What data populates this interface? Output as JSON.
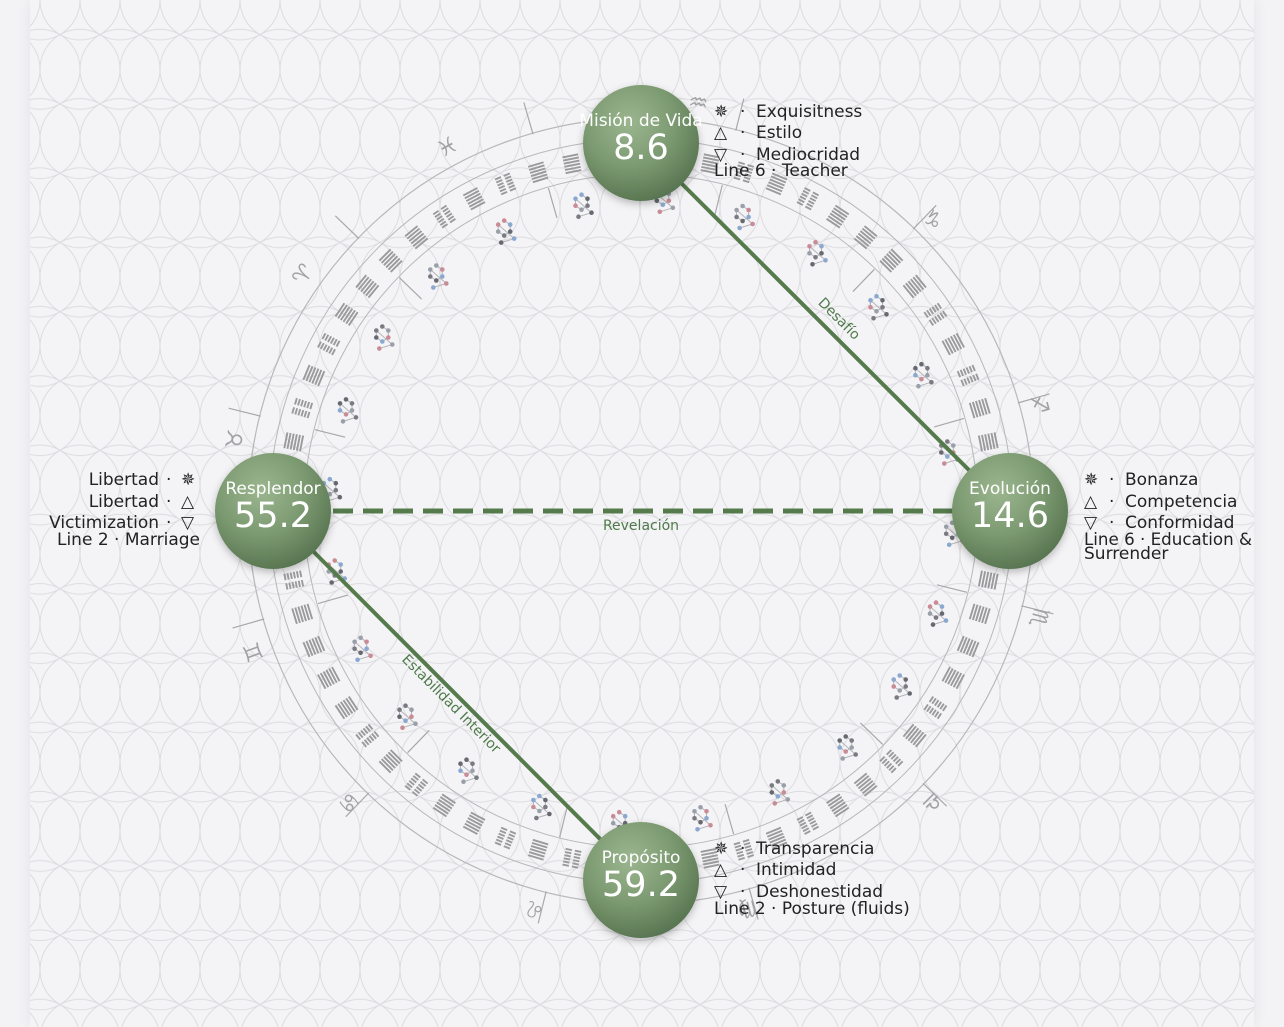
{
  "nodes": {
    "mision": {
      "name": "Misión de Vida",
      "value": "8.6",
      "gift": "Exquisitness",
      "shadow_up": "Estilo",
      "shadow_down": "Mediocridad",
      "line": "Line 6 · Teacher"
    },
    "evolucion": {
      "name": "Evolución",
      "value": "14.6",
      "gift": "Bonanza",
      "shadow_up": "Competencia",
      "shadow_down": "Conformidad",
      "line": "Line 6 · Education &",
      "line2": "Surrender"
    },
    "proposito": {
      "name": "Propósito",
      "value": "59.2",
      "gift": "Transparencia",
      "shadow_up": "Intimidad",
      "shadow_down": "Deshonestidad",
      "line": "Line 2 · Posture (fluids)"
    },
    "resplendor": {
      "name": "Resplendor",
      "value": "55.2",
      "gift": "Libertad",
      "shadow_up": "Libertad",
      "shadow_down": "Victimization",
      "line": "Line 2 · Marriage"
    }
  },
  "edges": {
    "desafio": "Desafío",
    "revelacion": "Revelación",
    "estabilidad": "Estabilidad Interior"
  },
  "symbols": {
    "separator": "·",
    "gift_icon": "✵",
    "up_icon": "△",
    "down_icon": "▽"
  },
  "zodiac": [
    "♓",
    "♒",
    "♑",
    "♐",
    "♏",
    "♎",
    "♍",
    "♌",
    "♋",
    "♊",
    "♉",
    "♈"
  ],
  "colors": {
    "node": "#789a6e",
    "edge": "#557a4c",
    "ring": "#b5b5b8",
    "background": "#f4f4f6"
  }
}
